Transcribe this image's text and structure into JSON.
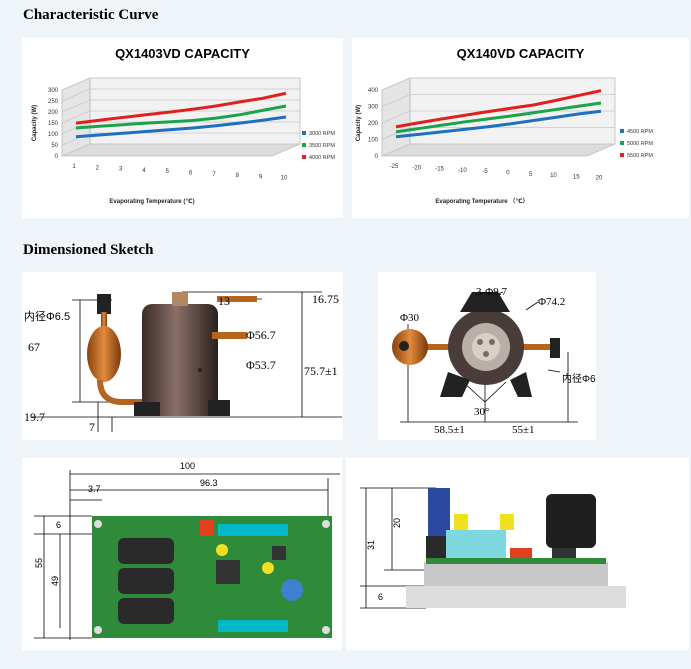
{
  "sections": {
    "curve_title": "Characteristic Curve",
    "sketch_title": "Dimensioned Sketch"
  },
  "chart_data": [
    {
      "type": "line",
      "title": "QX1403VD CAPACITY",
      "xlabel": "Evaporating Temperature (℃)",
      "ylabel": "Capacity (W)",
      "x": [
        1,
        2,
        3,
        4,
        5,
        6,
        7,
        8,
        9,
        10
      ],
      "ylim": [
        0,
        300
      ],
      "yticks": [
        0,
        50,
        100,
        150,
        200,
        250,
        300
      ],
      "series": [
        {
          "name": "3000 RPM",
          "color": "#1f6fc1",
          "values": [
            60,
            68,
            76,
            84,
            92,
            100,
            110,
            122,
            135,
            150
          ]
        },
        {
          "name": "3500 RPM",
          "color": "#1aa34a",
          "values": [
            100,
            108,
            115,
            122,
            128,
            134,
            145,
            160,
            180,
            200
          ]
        },
        {
          "name": "4000 RPM",
          "color": "#e02020",
          "values": [
            122,
            135,
            148,
            160,
            172,
            185,
            200,
            218,
            235,
            258
          ]
        }
      ],
      "legend": "right"
    },
    {
      "type": "line",
      "title": "QX140VD CAPACITY",
      "xlabel": "Evaporating Temperature （℃）",
      "ylabel": "Capacity (W)",
      "x": [
        -25,
        -20,
        -15,
        -10,
        -5,
        0,
        5,
        10,
        15,
        20
      ],
      "ylim": [
        0,
        400
      ],
      "yticks": [
        0,
        100,
        200,
        300,
        400
      ],
      "series": [
        {
          "name": "4500 RPM",
          "color": "#1f6fc1",
          "values": [
            80,
            95,
            110,
            125,
            140,
            158,
            178,
            198,
            218,
            235
          ]
        },
        {
          "name": "5000 RPM",
          "color": "#1aa34a",
          "values": [
            110,
            130,
            150,
            170,
            188,
            205,
            225,
            245,
            265,
            285
          ]
        },
        {
          "name": "5500 RPM",
          "color": "#e02020",
          "values": [
            140,
            165,
            188,
            210,
            232,
            252,
            272,
            300,
            330,
            360
          ]
        }
      ],
      "legend": "right"
    }
  ],
  "sketch1": {
    "inner_dia": "内径Φ6.5",
    "h67": "67",
    "h19": "19.7",
    "w7": "7",
    "w13": "13",
    "h16": "16.75",
    "d567": "Φ56.7",
    "d537": "Φ53.7",
    "h757": "75.7±1"
  },
  "sketch2": {
    "holes": "3-Φ9.7",
    "d742": "Φ74.2",
    "d30": "Φ30",
    "inner": "内径Φ6",
    "angle": "30°",
    "w585": "58.5±1",
    "w55": "55±1"
  },
  "sketch3": {
    "w100": "100",
    "w963": "96.3",
    "w37": "3.7",
    "h6": "6",
    "h55": "55",
    "h49": "49"
  },
  "sketch4": {
    "h20": "20",
    "h31": "31",
    "h6": "6"
  }
}
